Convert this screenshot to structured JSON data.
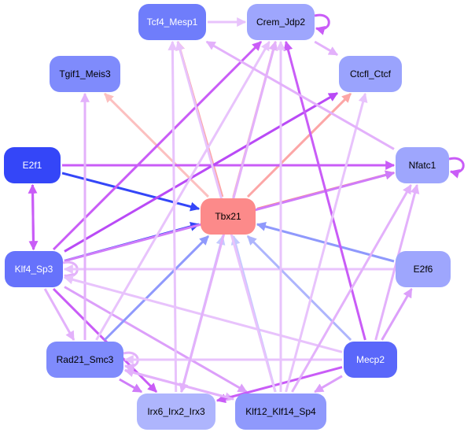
{
  "diagram": {
    "type": "directed-network",
    "nodes": [
      {
        "id": "Tcf4_Mesp1",
        "label": "Tcf4_Mesp1",
        "fill": "#6f7dfb",
        "text": "#ffffff"
      },
      {
        "id": "Crem_Jdp2",
        "label": "Crem_Jdp2",
        "fill": "#9ea6fd",
        "text": "#000000"
      },
      {
        "id": "Tgif1_Meis3",
        "label": "Tgif1_Meis3",
        "fill": "#7f8bfc",
        "text": "#000000"
      },
      {
        "id": "Ctcfl_Ctcf",
        "label": "Ctcfl_Ctcf",
        "fill": "#9aa3fd",
        "text": "#000000"
      },
      {
        "id": "E2f1",
        "label": "E2f1",
        "fill": "#3446f8",
        "text": "#ffffff"
      },
      {
        "id": "Nfatc1",
        "label": "Nfatc1",
        "fill": "#9ea6fd",
        "text": "#000000"
      },
      {
        "id": "Tbx21",
        "label": "Tbx21",
        "fill": "#fc8a8a",
        "text": "#000000"
      },
      {
        "id": "Klf4_Sp3",
        "label": "Klf4_Sp3",
        "fill": "#6672fb",
        "text": "#ffffff"
      },
      {
        "id": "E2f6",
        "label": "E2f6",
        "fill": "#9ea6fd",
        "text": "#000000"
      },
      {
        "id": "Rad21_Smc3",
        "label": "Rad21_Smc3",
        "fill": "#7f8bfc",
        "text": "#000000"
      },
      {
        "id": "Mecp2",
        "label": "Mecp2",
        "fill": "#5a67fa",
        "text": "#ffffff"
      },
      {
        "id": "Irx6_Irx2_Irx3",
        "label": "Irx6_Irx2_Irx3",
        "fill": "#aeb5fd",
        "text": "#000000"
      },
      {
        "id": "Klf12_Klf14_Sp4",
        "label": "Klf12_Klf14_Sp4",
        "fill": "#8f99fc",
        "text": "#000000"
      }
    ],
    "edges": [
      {
        "from": "Tcf4_Mesp1",
        "to": "Crem_Jdp2",
        "color": "#e8c3fc"
      },
      {
        "from": "Crem_Jdp2",
        "to": "Crem_Jdp2",
        "color": "#c95cf7"
      },
      {
        "from": "Crem_Jdp2",
        "to": "Ctcfl_Ctcf",
        "color": "#e3b1fb"
      },
      {
        "from": "Crem_Jdp2",
        "to": "Irx6_Irx2_Irx3",
        "color": "#e3b1fb"
      },
      {
        "from": "Nfatc1",
        "to": "Nfatc1",
        "color": "#c95cf7"
      },
      {
        "from": "Tbx21",
        "to": "Tcf4_Mesp1",
        "color": "#fca6a6"
      },
      {
        "from": "Tbx21",
        "to": "Crem_Jdp2",
        "color": "#fcb9b9"
      },
      {
        "from": "Tbx21",
        "to": "Tgif1_Meis3",
        "color": "#fcc0c0"
      },
      {
        "from": "Tbx21",
        "to": "Ctcfl_Ctcf",
        "color": "#fca6a6"
      },
      {
        "from": "Tbx21",
        "to": "Nfatc1",
        "color": "#fc8a8a"
      },
      {
        "from": "E2f1",
        "to": "Tbx21",
        "color": "#3446f8"
      },
      {
        "from": "E2f1",
        "to": "Nfatc1",
        "color": "#c95cf7"
      },
      {
        "from": "E2f1",
        "to": "Klf4_Sp3",
        "color": "#c95cf7"
      },
      {
        "from": "Klf4_Sp3",
        "to": "E2f1",
        "color": "#c95cf7"
      },
      {
        "from": "Klf4_Sp3",
        "to": "Tbx21",
        "color": "#3446f8"
      },
      {
        "from": "Klf4_Sp3",
        "to": "Crem_Jdp2",
        "color": "#c95cf7"
      },
      {
        "from": "Klf4_Sp3",
        "to": "Ctcfl_Ctcf",
        "color": "#b94af6"
      },
      {
        "from": "Klf4_Sp3",
        "to": "Nfatc1",
        "color": "#cf7cf9"
      },
      {
        "from": "Klf4_Sp3",
        "to": "Klf4_Sp3",
        "color": "#e3b1fb"
      },
      {
        "from": "Klf4_Sp3",
        "to": "Rad21_Smc3",
        "color": "#e3b1fb"
      },
      {
        "from": "Klf4_Sp3",
        "to": "Irx6_Irx2_Irx3",
        "color": "#c95cf7"
      },
      {
        "from": "Klf4_Sp3",
        "to": "Klf12_Klf14_Sp4",
        "color": "#dc9ffa"
      },
      {
        "from": "E2f6",
        "to": "Tbx21",
        "color": "#8f99fc"
      },
      {
        "from": "E2f6",
        "to": "Klf4_Sp3",
        "color": "#e8c3fc"
      },
      {
        "from": "Rad21_Smc3",
        "to": "Tgif1_Meis3",
        "color": "#e3b1fb"
      },
      {
        "from": "Rad21_Smc3",
        "to": "Tbx21",
        "color": "#8f99fc"
      },
      {
        "from": "Rad21_Smc3",
        "to": "Crem_Jdp2",
        "color": "#e8c3fc"
      },
      {
        "from": "Rad21_Smc3",
        "to": "Rad21_Smc3",
        "color": "#e3b1fb"
      },
      {
        "from": "Rad21_Smc3",
        "to": "Irx6_Irx2_Irx3",
        "color": "#cf7cf9"
      },
      {
        "from": "Rad21_Smc3",
        "to": "Klf12_Klf14_Sp4",
        "color": "#e3b1fb"
      },
      {
        "from": "Mecp2",
        "to": "Tbx21",
        "color": "#aeb5fd"
      },
      {
        "from": "Mecp2",
        "to": "Crem_Jdp2",
        "color": "#c95cf7"
      },
      {
        "from": "Mecp2",
        "to": "Nfatc1",
        "color": "#e3b1fb"
      },
      {
        "from": "Mecp2",
        "to": "E2f6",
        "color": "#dc9ffa"
      },
      {
        "from": "Mecp2",
        "to": "Rad21_Smc3",
        "color": "#e8c3fc"
      },
      {
        "from": "Mecp2",
        "to": "Klf4_Sp3",
        "color": "#e8c3fc"
      },
      {
        "from": "Mecp2",
        "to": "Irx6_Irx2_Irx3",
        "color": "#c95cf7"
      },
      {
        "from": "Mecp2",
        "to": "Klf12_Klf14_Sp4",
        "color": "#dc9ffa"
      },
      {
        "from": "Irx6_Irx2_Irx3",
        "to": "Tbx21",
        "color": "#c4caff"
      },
      {
        "from": "Irx6_Irx2_Irx3",
        "to": "Tcf4_Mesp1",
        "color": "#e8c3fc"
      },
      {
        "from": "Irx6_Irx2_Irx3",
        "to": "Crem_Jdp2",
        "color": "#e3b1fb"
      },
      {
        "from": "Klf12_Klf14_Sp4",
        "to": "Tbx21",
        "color": "#c4caff"
      },
      {
        "from": "Klf12_Klf14_Sp4",
        "to": "Crem_Jdp2",
        "color": "#e8c3fc"
      },
      {
        "from": "Klf12_Klf14_Sp4",
        "to": "Tcf4_Mesp1",
        "color": "#e8c3fc"
      },
      {
        "from": "Klf12_Klf14_Sp4",
        "to": "Ctcfl_Ctcf",
        "color": "#e8c3fc"
      },
      {
        "from": "Klf12_Klf14_Sp4",
        "to": "Nfatc1",
        "color": "#e3b1fb"
      },
      {
        "from": "Klf12_Klf14_Sp4",
        "to": "Rad21_Smc3",
        "color": "#e3b1fb"
      },
      {
        "from": "Nfatc1",
        "to": "Tcf4_Mesp1",
        "color": "#e3b1fb"
      }
    ]
  }
}
